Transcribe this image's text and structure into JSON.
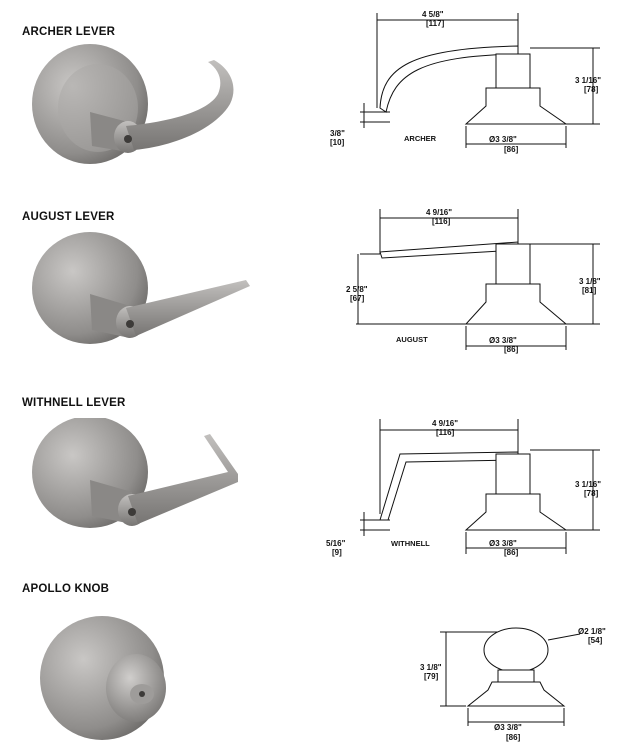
{
  "products": [
    {
      "title": "ARCHER LEVER",
      "drawing_label": "ARCHER",
      "dims": {
        "length": "4 5/8\"",
        "length_mm": "[117]",
        "height": "3 1/16\"",
        "height_mm": "[78]",
        "rose": "Ø3 3/8\"",
        "rose_mm": "[86]",
        "tip": "3/8\"",
        "tip_mm": "[10]"
      }
    },
    {
      "title": "AUGUST LEVER",
      "drawing_label": "AUGUST",
      "dims": {
        "length": "4 9/16\"",
        "length_mm": "[116]",
        "height": "3 1/8\"",
        "height_mm": "[81]",
        "rose": "Ø3 3/8\"",
        "rose_mm": "[86]",
        "tip": "2 5/8\"",
        "tip_mm": "[67]"
      }
    },
    {
      "title": "WITHNELL LEVER",
      "drawing_label": "WITHNELL",
      "dims": {
        "length": "4 9/16\"",
        "length_mm": "[116]",
        "height": "3 1/16\"",
        "height_mm": "[78]",
        "rose": "Ø3 3/8\"",
        "rose_mm": "[86]",
        "tip": "5/16\"",
        "tip_mm": "[9]"
      }
    },
    {
      "title": "APOLLO KNOB",
      "drawing_label": "",
      "dims": {
        "knob": "Ø2 1/8\"",
        "knob_mm": "[54]",
        "height": "3 1/8\"",
        "height_mm": "[79]",
        "rose": "Ø3 3/8\"",
        "rose_mm": "[86]"
      }
    }
  ],
  "colors": {
    "metal_light": "#b9b7b5",
    "metal_mid": "#8f8d8b",
    "metal_dark": "#5e5c5a",
    "line": "#111111"
  }
}
